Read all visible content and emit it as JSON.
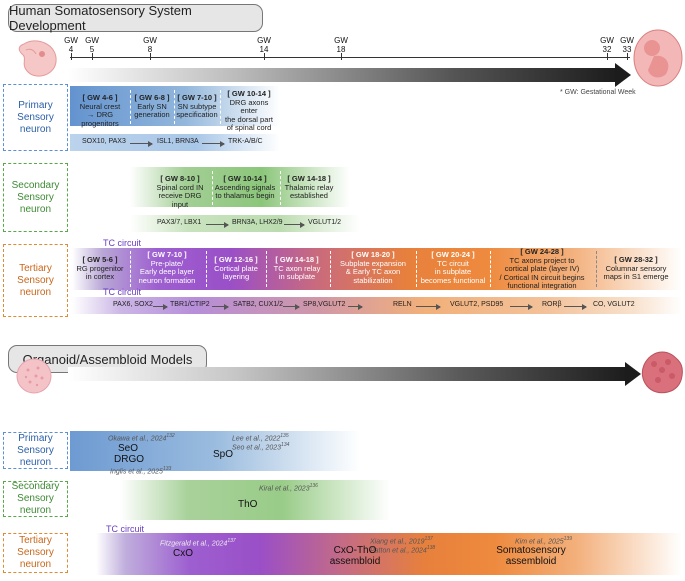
{
  "header_top": "Human Somatosensory System Development",
  "header_bottom": "Organoid/Assembloid Models",
  "gw_note": "* GW: Gestational Week",
  "gw_ticks": [
    {
      "a": "GW",
      "b": "4"
    },
    {
      "a": "GW",
      "b": "5"
    },
    {
      "a": "GW",
      "b": "8"
    },
    {
      "a": "GW",
      "b": "14"
    },
    {
      "a": "GW",
      "b": "18"
    },
    {
      "a": "GW",
      "b": "32"
    },
    {
      "a": "GW",
      "b": "33"
    }
  ],
  "row_labels": {
    "primary": "Primary\nSensory neuron",
    "secondary": "Secondary\nSensory neuron",
    "tertiary": "Tertiary\nSensory neuron"
  },
  "primary_stages": [
    {
      "gw": "[ GW 4-6 ]",
      "text": "Neural crest\n→ DRG progenitors"
    },
    {
      "gw": "[ GW 6-8 ]",
      "text": "Early SN\ngeneration"
    },
    {
      "gw": "[ GW 7-10 ]",
      "text": "SN subtype\nspecification"
    },
    {
      "gw": "[ GW 10-14 ]",
      "text": "DRG axons enter\nthe dorsal part\nof spinal cord"
    }
  ],
  "primary_markers": [
    "SOX10, PAX3",
    "ISL1, BRN3A",
    "TRK-A/B/C"
  ],
  "secondary_stages": [
    {
      "gw": "[ GW 8-10 ]",
      "text": "Spinal cord IN\nreceive DRG input"
    },
    {
      "gw": "[ GW 10-14 ]",
      "text": "Ascending signals\nto thalamus begin"
    },
    {
      "gw": "[ GW 14-18 ]",
      "text": "Thalamic relay\nestablished"
    }
  ],
  "secondary_markers": [
    "PAX3/7, LBX1",
    "BRN3A, LHX2/9",
    "VGLUT1/2"
  ],
  "tc_circuit": "TC circuit",
  "tertiary_stages": [
    {
      "gw": "[ GW 5-6 ]",
      "text": "RG progenitor\nin cortex"
    },
    {
      "gw": "[ GW 7-10 ]",
      "text": "Pre-plate/\nEarly deep layer\nneuron formation"
    },
    {
      "gw": "[ GW 12-16 ]",
      "text": "Cortical plate\nlayering"
    },
    {
      "gw": "[ GW 14-18 ]",
      "text": "TC axon relay\nin subplate"
    },
    {
      "gw": "[ GW 18-20 ]",
      "text": "Subplate expansion\n& Early TC axon\nstabilization"
    },
    {
      "gw": "[ GW 20-24 ]",
      "text": "TC circuit\nin subplate\nbecomes functional"
    },
    {
      "gw": "[ GW 24-28 ]",
      "text": "TC axons project to\ncortical plate (layer IV)\n/ Cortical IN circuit begins\nfunctional integration"
    },
    {
      "gw": "[ GW 28-32 ]",
      "text": "Columnar sensory\nmaps in S1 emerge"
    }
  ],
  "tertiary_markers": [
    "PAX6, SOX2",
    "TBR1/CTIP2",
    "SATB2, CUX1/2",
    "SP8,VGLUT2",
    "RELN",
    "VGLUT2, PSD95",
    "RORβ",
    "CO, VGLUT2"
  ],
  "organoid_primary": {
    "cite1": "Okawa et al., 2024",
    "cite1_sup": "132",
    "m1": "SeO",
    "m2": "DRGO",
    "cite2": "Inglis et al., 2025",
    "cite2_sup": "133",
    "cite3": "Lee et al., 2022",
    "cite3_sup": "135",
    "cite4": "Seo et al., 2023",
    "cite4_sup": "134",
    "m3": "SpO"
  },
  "organoid_secondary": {
    "cite": "Kiral et al., 2023",
    "cite_sup": "136",
    "m": "ThO"
  },
  "organoid_tertiary": {
    "cite1": "Fitzgerald et al., 2024",
    "cite1_sup": "137",
    "m1": "CxO",
    "cite2": "Xiang et al., 2019",
    "cite2_sup": "137",
    "cite3": "Patton et al., 2024",
    "cite3_sup": "138",
    "m2": "CxO-ThO\nassembloid",
    "cite4": "Kim et al., 2025",
    "cite4_sup": "139",
    "m3": "Somatosensory\nassembloid"
  },
  "colors": {
    "primary_blue": "#6f9fd0",
    "secondary_green": "#7fbf6a",
    "tertiary_orange": "#e8873a",
    "tc_purple": "#8e48c8"
  }
}
